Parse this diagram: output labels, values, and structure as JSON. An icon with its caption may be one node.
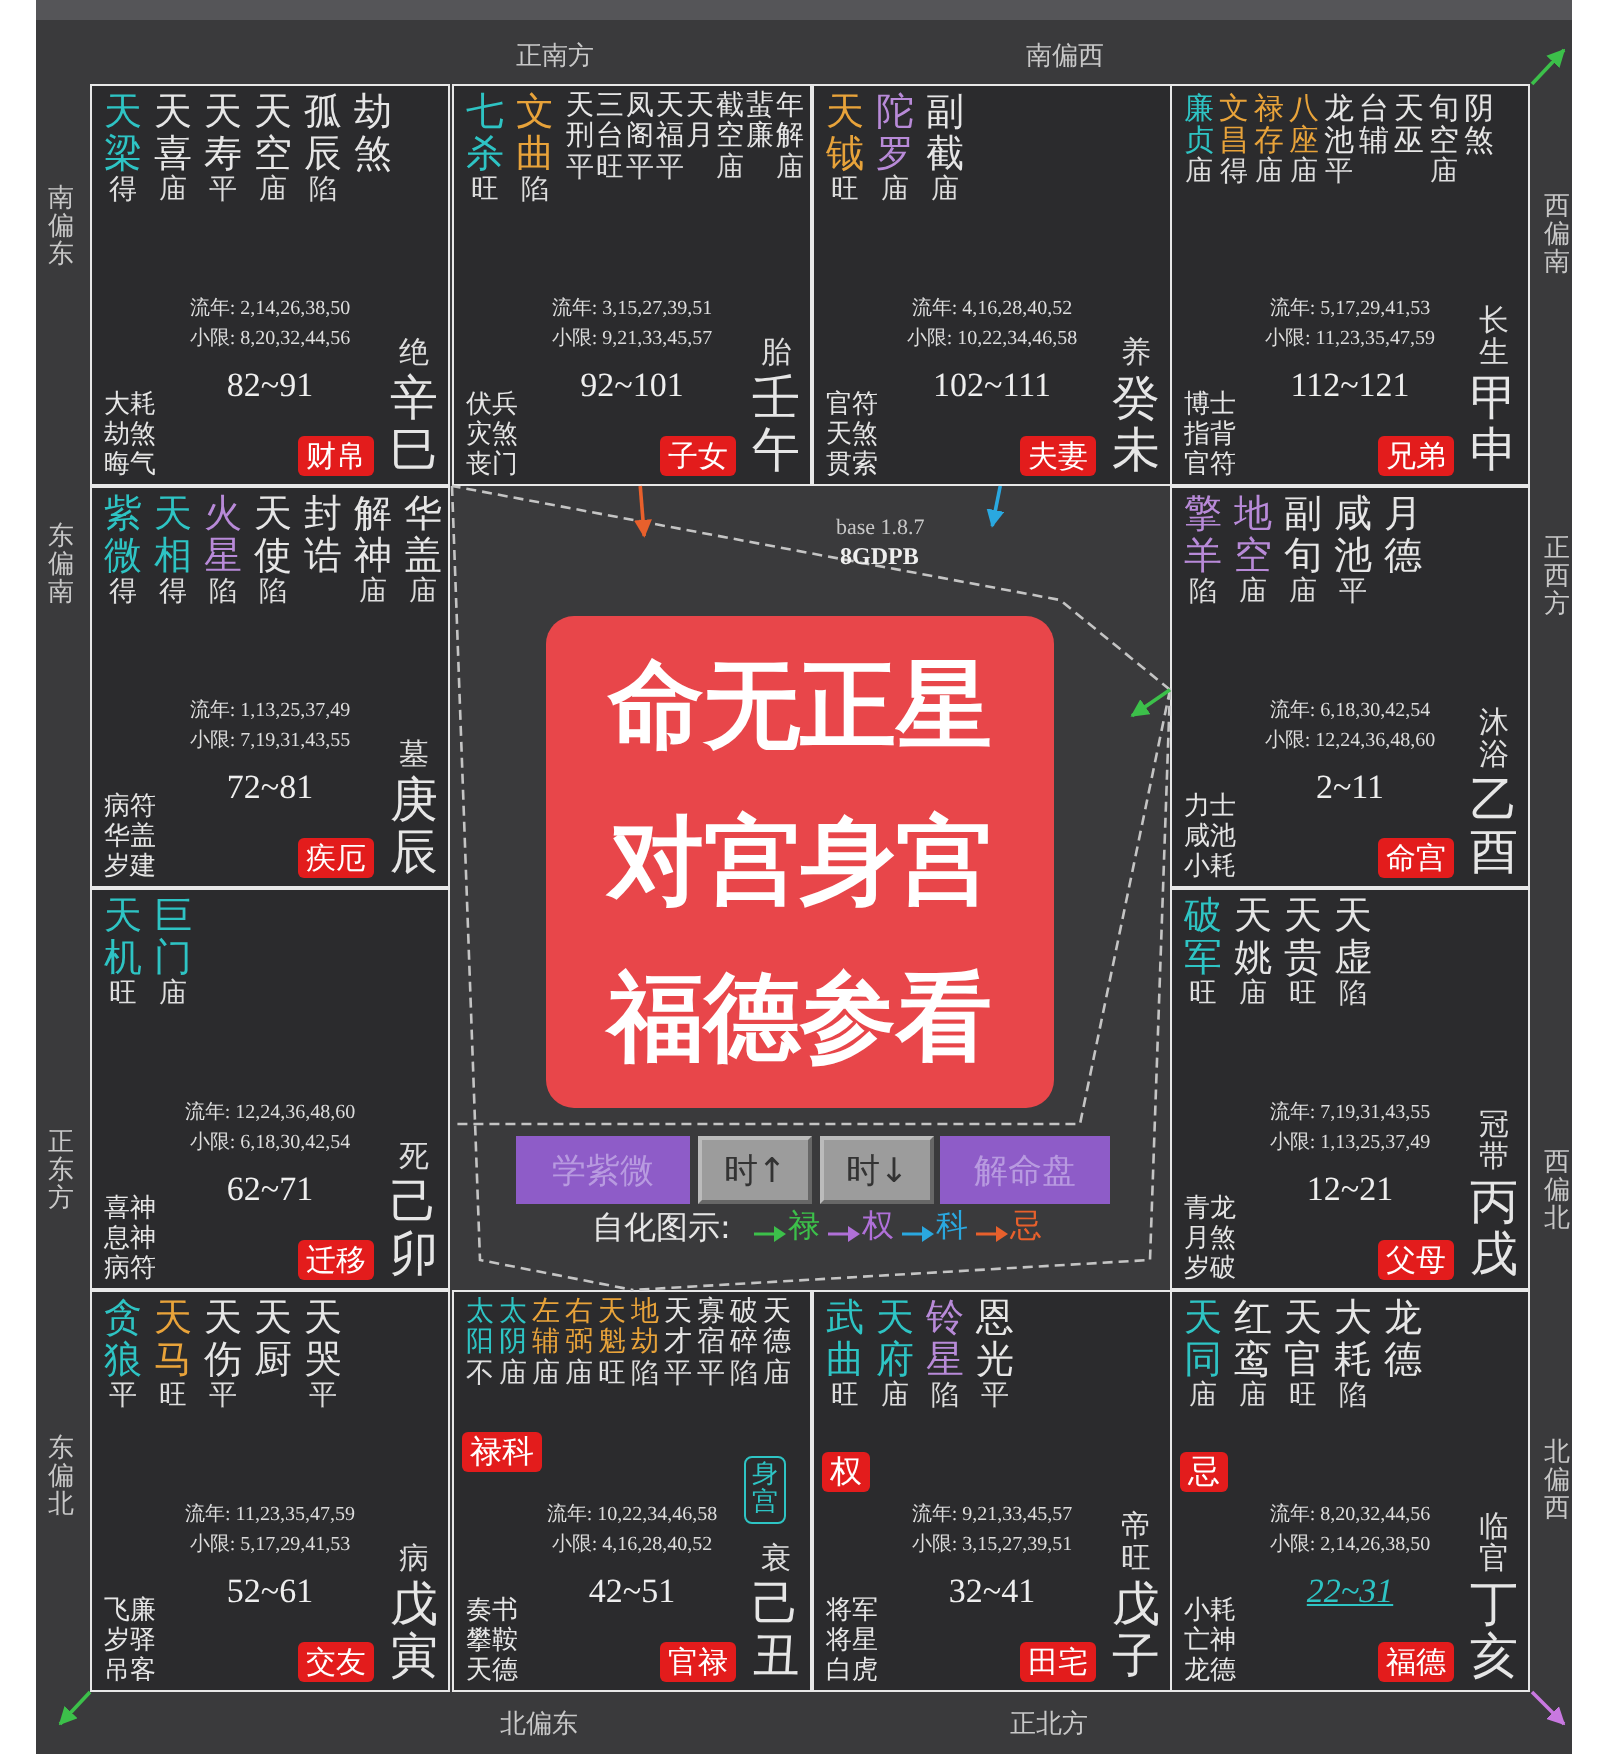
{
  "diagram": {
    "nodes": [
      {
        "text": [
          "天梁",
          "天喜",
          "天寿",
          "天空",
          "孤辰",
          "劫煞",
          "得",
          "庙",
          "平",
          "庙",
          "陷",
          "流年: 2,14,26,38,50",
          "小限: 8,20,32,44,56",
          "大耗",
          "劫煞",
          "晦气",
          "82~91",
          "财帛",
          "绝",
          "辛巳"
        ]
      },
      {
        "text": [
          "七杀",
          "文曲",
          "天刑",
          "三台",
          "凤阁",
          "天福",
          "天月",
          "截空",
          "蜚廉",
          "年解",
          "旺",
          "陷",
          "平",
          "旺",
          "平",
          "平",
          "庙",
          "庙",
          "流年: 3,15,27,39,51",
          "小限: 9,21,33,45,57",
          "伏兵",
          "灾煞",
          "丧门",
          "92~101",
          "子女",
          "胎",
          "壬午"
        ]
      },
      {
        "text": [
          "天钺",
          "陀罗",
          "副截",
          "旺",
          "庙",
          "庙",
          "流年: 4,16,28,40,52",
          "小限: 10,22,34,46,58",
          "官符",
          "天煞",
          "贯索",
          "102~111",
          "夫妻",
          "养",
          "癸未"
        ]
      },
      {
        "text": [
          "廉贞",
          "文昌",
          "禄存",
          "八座",
          "龙池",
          "台辅",
          "天巫",
          "旬空",
          "阴煞",
          "庙",
          "得",
          "庙",
          "庙",
          "平",
          "庙",
          "流年: 5,17,29,41,53",
          "小限: 11,23,35,47,59",
          "博士",
          "指背",
          "官符",
          "112~121",
          "兄弟",
          "长生",
          "甲申"
        ]
      },
      {
        "text": [
          "紫微",
          "天相",
          "火星",
          "天使",
          "封诰",
          "解神",
          "华盖",
          "得",
          "得",
          "陷",
          "陷",
          "庙",
          "庙",
          "流年: 1,13,25,37,49",
          "小限: 7,19,31,43,55",
          "病符",
          "华盖",
          "岁建",
          "72~81",
          "疾厄",
          "墓",
          "庚辰"
        ]
      },
      {
        "text": [
          "擎羊",
          "地空",
          "副旬",
          "咸池",
          "月德",
          "陷",
          "庙",
          "庙",
          "平",
          "流年: 6,18,30,42,54",
          "小限: 12,24,36,48,60",
          "力士",
          "咸池",
          "小耗",
          "2~11",
          "命宫",
          "沐浴",
          "乙酉"
        ]
      },
      {
        "text": [
          "天机",
          "巨门",
          "旺",
          "庙",
          "流年: 12,24,36,48,60",
          "小限: 6,18,30,42,54",
          "喜神",
          "息神",
          "病符",
          "62~71",
          "迁移",
          "死",
          "己卯"
        ]
      },
      {
        "text": [
          "破军",
          "天姚",
          "天贵",
          "天虚",
          "旺",
          "庙",
          "旺",
          "陷",
          "流年: 7,19,31,43,55",
          "小限: 1,13,25,37,49",
          "青龙",
          "月煞",
          "岁破",
          "12~21",
          "父母",
          "冠带",
          "丙戌"
        ]
      },
      {
        "text": [
          "贪狼",
          "天马",
          "天伤",
          "天厨",
          "天哭",
          "平",
          "旺",
          "平",
          "平",
          "流年: 11,23,35,47,59",
          "小限: 5,17,29,41,53",
          "飞廉",
          "岁驿",
          "吊客",
          "52~61",
          "交友",
          "病",
          "戊寅"
        ]
      },
      {
        "text": [
          "太阳",
          "太阴",
          "左辅",
          "右弼",
          "天魁",
          "地劫",
          "天才",
          "寡宿",
          "破碎",
          "天德",
          "不",
          "庙",
          "庙",
          "庙",
          "旺",
          "陷",
          "平",
          "平",
          "陷",
          "庙",
          "流年: 10,22,34,46,58",
          "小限: 4,16,28,40,52",
          "奏书",
          "攀鞍",
          "天德",
          "42~51",
          "官禄",
          "衰",
          "己丑",
          "禄科",
          "身宫"
        ]
      },
      {
        "text": [
          "武曲",
          "天府",
          "铃星",
          "恩光",
          "旺",
          "庙",
          "陷",
          "平",
          "流年: 9,21,33,45,57",
          "小限: 3,15,27,39,51",
          "将军",
          "将星",
          "白虎",
          "32~41",
          "田宅",
          "帝旺",
          "戊子",
          "权"
        ]
      },
      {
        "text": [
          "天同",
          "红鸾",
          "天官",
          "大耗",
          "龙德",
          "庙",
          "庙",
          "旺",
          "陷",
          "流年: 8,20,32,44,56",
          "小限: 2,14,26,38,50",
          "小耗",
          "亡神",
          "龙德",
          "22~31",
          "福德",
          "临官",
          "丁亥",
          "忌"
        ]
      },
      {
        "text": [
          "命无正星对宫身宫福德参看"
        ]
      },
      {
        "text": [
          "学紫微"
        ]
      },
      {
        "text": [
          "时↑"
        ]
      },
      {
        "text": [
          "时↓"
        ]
      },
      {
        "text": [
          "解命盘"
        ]
      }
    ],
    "edges": [
      {
        "from": 5,
        "to": 0,
        "arrow": "none",
        "style": "dashed"
      },
      {
        "from": 5,
        "to": 6,
        "arrow": "none",
        "style": "dashed"
      },
      {
        "from": 5,
        "to": 9,
        "arrow": "none",
        "style": "dashed"
      },
      {
        "from": 0,
        "to": 9,
        "arrow": "none",
        "style": "dashed"
      },
      {
        "from": 1,
        "to": null,
        "arrow": "to",
        "color": "#e8602c"
      },
      {
        "from": 2,
        "to": null,
        "arrow": "to",
        "color": "#2aa8e0"
      },
      {
        "from": 3,
        "to": null,
        "arrow": "to",
        "color": "#3cc04a"
      },
      {
        "from": 5,
        "to": null,
        "arrow": "to",
        "color": "#3cc04a"
      },
      {
        "from": 8,
        "to": null,
        "arrow": "to",
        "color": "#3cc04a"
      },
      {
        "from": 11,
        "to": null,
        "arrow": "to",
        "color": "#c878e0"
      }
    ],
    "labels": [
      "正南方",
      "南偏西",
      "南偏东",
      "西偏南",
      "东偏南",
      "正西方",
      "正东方",
      "西偏北",
      "东偏北",
      "北偏西",
      "北偏东",
      "正北方",
      "base 1.8.7",
      "8GDPB",
      "自化图示:"
    ],
    "legend": [
      {
        "text": "禄"
      },
      {
        "text": "权"
      },
      {
        "text": "科"
      },
      {
        "text": "忌"
      }
    ]
  }
}
